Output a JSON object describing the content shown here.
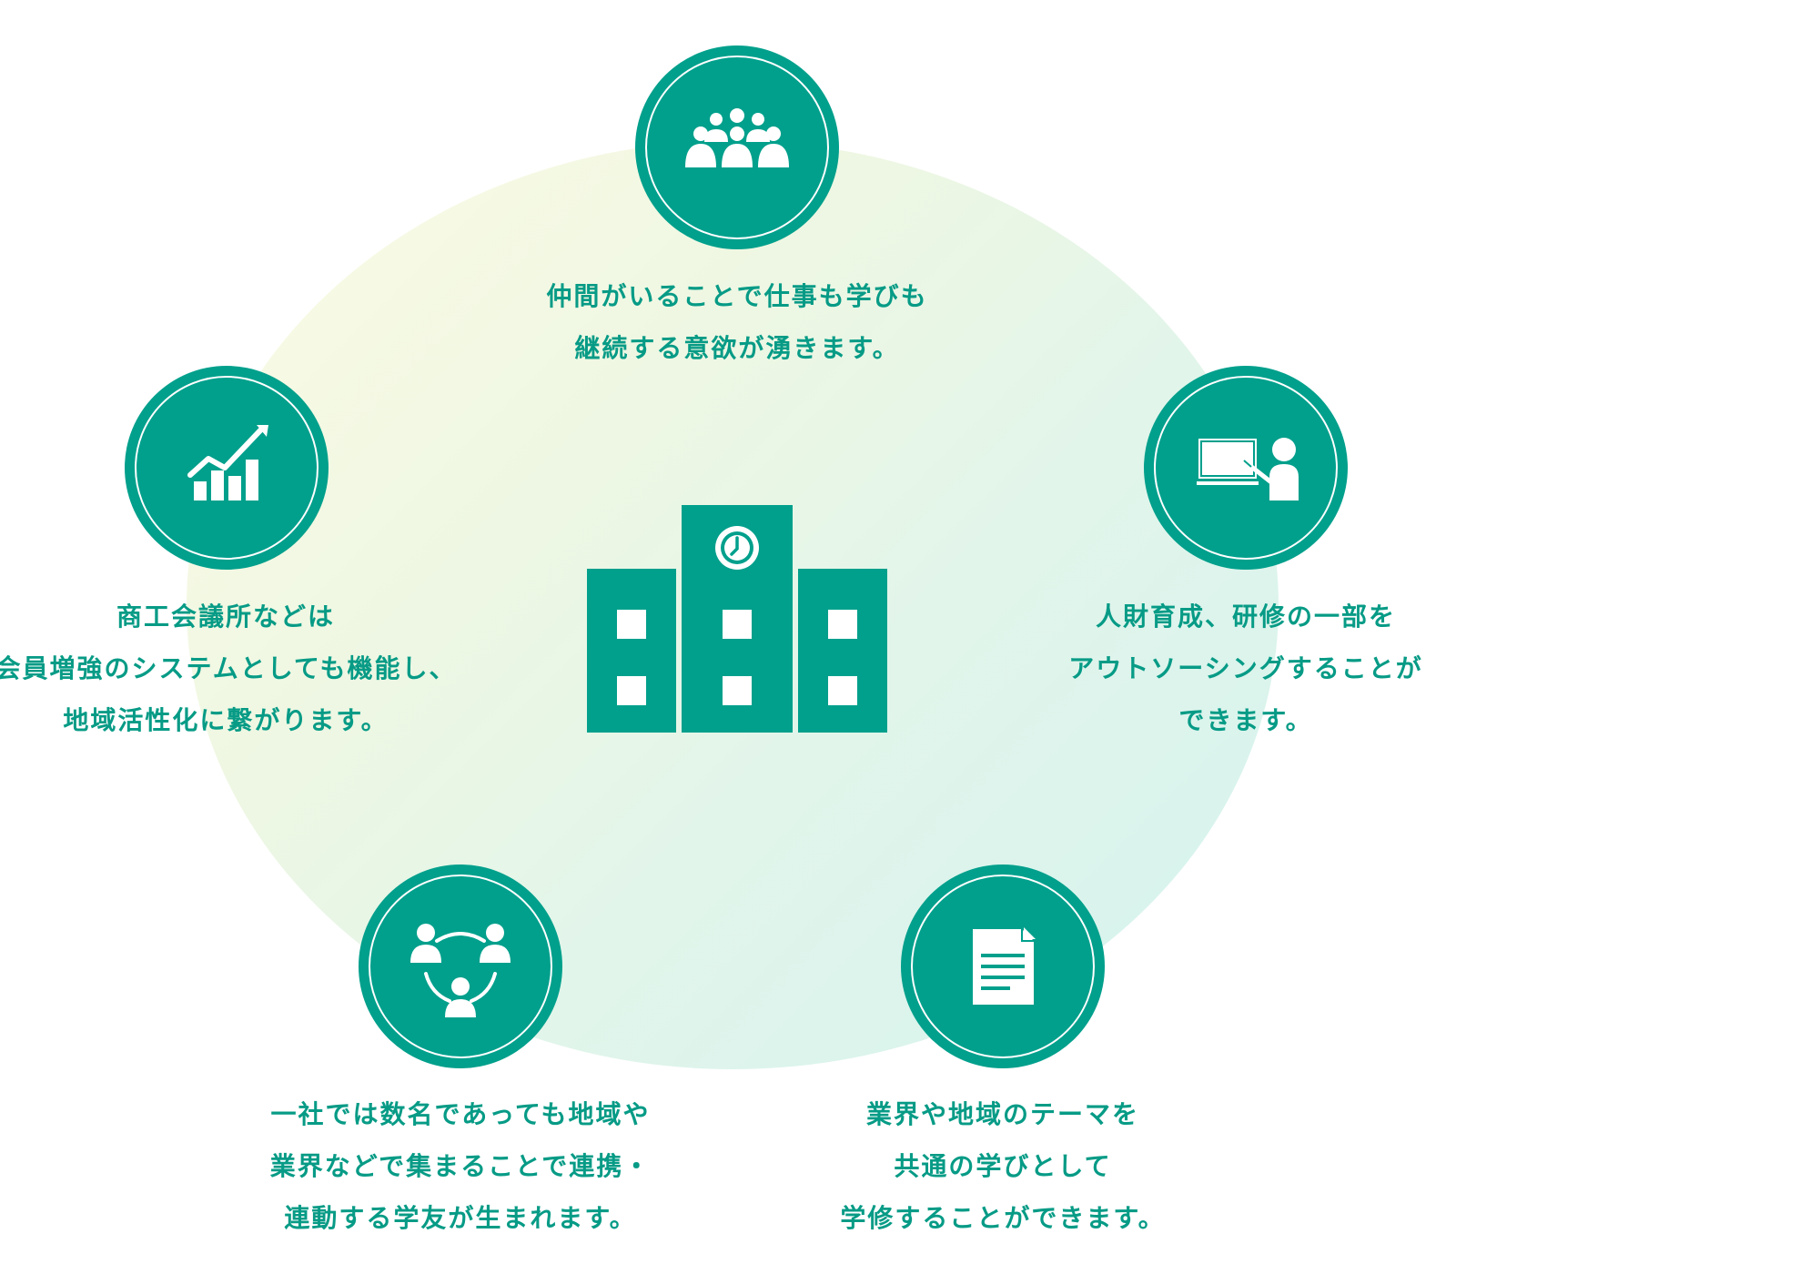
{
  "diagram": {
    "accent_color": "#00a08c",
    "center": {
      "icon": "school-building-icon"
    },
    "nodes": [
      {
        "id": "top",
        "icon": "people-group-icon",
        "lines": [
          "仲間がいることで仕事も学びも",
          "継続する意欲が湧きます。"
        ]
      },
      {
        "id": "left",
        "icon": "growth-chart-icon",
        "lines": [
          "商工会議所などは",
          "会員増強のシステムとしても機能し、",
          "地域活性化に繋がります。"
        ]
      },
      {
        "id": "right",
        "icon": "lecture-presenter-icon",
        "lines": [
          "人財育成、研修の一部を",
          "アウトソーシングすることが",
          "できます。"
        ]
      },
      {
        "id": "bottom-left",
        "icon": "network-people-icon",
        "lines": [
          "一社では数名であっても地域や",
          "業界などで集まることで連携・",
          "連動する学友が生まれます。"
        ]
      },
      {
        "id": "bottom-right",
        "icon": "document-icon",
        "lines": [
          "業界や地域のテーマを",
          "共通の学びとして",
          "学修することができます。"
        ]
      }
    ]
  }
}
